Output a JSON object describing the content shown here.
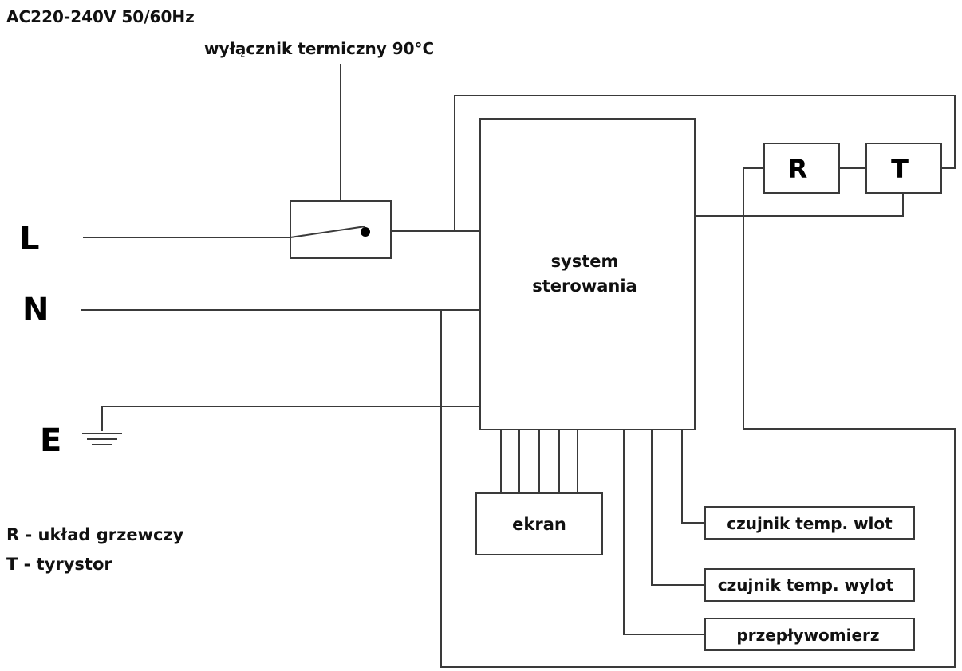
{
  "supply": "AC220-240V 50/60Hz",
  "thermal_switch": "wyłącznik termiczny 90°C",
  "terminals": {
    "line": "L",
    "neutral": "N",
    "earth": "E"
  },
  "controller": {
    "line1": "system",
    "line2": "sterowania"
  },
  "heater": "R",
  "thyristor": "T",
  "display": "ekran",
  "sensors": {
    "inlet": "czujnik temp. wlot",
    "outlet": "czujnik temp. wylot",
    "flow": "przepływomierz"
  },
  "legend": {
    "r": "R - układ grzewczy",
    "t": "T - tyrystor"
  }
}
